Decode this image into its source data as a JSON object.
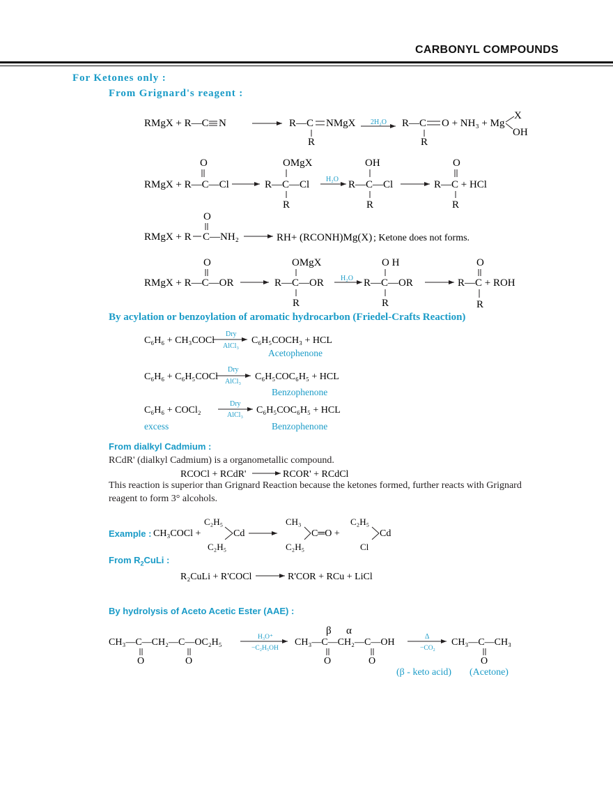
{
  "header": {
    "title": "CARBONYL COMPOUNDS"
  },
  "sections": {
    "ketones_only": "For Ketones only :",
    "grignard": "From Grignard's reagent :",
    "friedel_crafts": "By acylation or benzoylation of aromatic hydrocarbon (Friedel-Crafts Reaction)",
    "dialkyl_cadmium": "From dialkyl Cadmium :",
    "r2culi_prefix": "From R",
    "r2culi_sub": "2",
    "r2culi_suffix": "CuLi :",
    "aae": "By hydrolysis of Aceto Acetic Ester (AAE) :"
  },
  "grignard_reactions": {
    "r1": {
      "reagent": "RMgX + R—C",
      "nitrile": "N",
      "intermediate": "R—C",
      "imine": "NMgX",
      "condition": "2H₂O",
      "product": "R—C",
      "products": "O + NH₃ + Mg",
      "mg_x": "X",
      "mg_oh": "OH",
      "r_sub": "R"
    },
    "r2": {
      "reagent": "RMgX + R—C—Cl",
      "inter1": "R—C—Cl",
      "inter1_top": "OMgX",
      "condition": "H₂O",
      "inter2": "R—C—Cl",
      "inter2_top": "OH",
      "product": "R—C + HCl",
      "o": "O",
      "r_sub": "R"
    },
    "r3": {
      "reagent": "RMgX + R",
      "amide": "C—NH₂",
      "o": "O",
      "product": "RH+ (RCONH)Mg(X)",
      "note": "; Ketone does not forms."
    },
    "r4": {
      "reagent": "RMgX + R—C—OR",
      "inter1": "R—C—OR",
      "inter1_top": "OMgX",
      "condition": "H₂O",
      "inter2": "R—C—OR",
      "inter2_top": "O H",
      "product": "R—C + ROH",
      "o": "O",
      "r_sub": "R"
    }
  },
  "friedel_crafts": {
    "r1": {
      "reactants": "C₆H₆ + CH₃COCl",
      "above": "Dry",
      "below": "AlCl₃",
      "products": "C₆H₅COCH₃ + HCL",
      "name": "Acetophenone"
    },
    "r2": {
      "reactants": "C₆H₆ + C₆H₅COCl",
      "above": "Dry",
      "below": "AlCl₃",
      "products": "C₆H₅COC₆H₅ + HCL",
      "name": "Benzophenone"
    },
    "r3": {
      "reactants": "C₆H₆ + COCl₂",
      "above": "Dry",
      "below": "AlCl₃",
      "products": "C₆H₅COC₆H₅ + HCL",
      "note": "excess",
      "name": "Benzophenone"
    }
  },
  "cadmium": {
    "intro": "RCdR' (dialkyl Cadmium) is a organometallic compound.",
    "reaction_left": "RCOCl + RCdR'",
    "reaction_right": "RCOR' + RCdCl",
    "note_line1": "This reaction is superior than Grignard Reaction because the ketones formed, further reacts with Grignard",
    "note_line2": "reagent to form 3° alcohols.",
    "example_label": "Example :",
    "example_reactant": "CH₃COCl +",
    "et_top": "C₂H₅",
    "et_bottom": "C₂H₅",
    "cd": "Cd",
    "prod_ch3": "CH₃",
    "prod_co": "C═O +",
    "prod_et": "C₂H₅",
    "prod2_et": "C₂H₅",
    "prod2_cl": "Cl",
    "prod2_cd": "Cd"
  },
  "r2culi": {
    "left": "R₂CuLi + R'COCl",
    "right": "R'COR + RCu + LiCl"
  },
  "aae": {
    "reactant": "CH₃—C—CH₂—C—OC₂H₅",
    "cond_above": "H₃O⁺",
    "cond_below": "−C₂H₅OH",
    "beta": "β",
    "alpha": "α",
    "intermediate": "CH₃—C—CH₂—C—OH",
    "cond2_above": "Δ",
    "cond2_below": "−CO₂",
    "product": "CH₃—C—CH₃",
    "o": "O",
    "label_keto": "(β - keto acid)",
    "label_acetone": "(Acetone)"
  }
}
